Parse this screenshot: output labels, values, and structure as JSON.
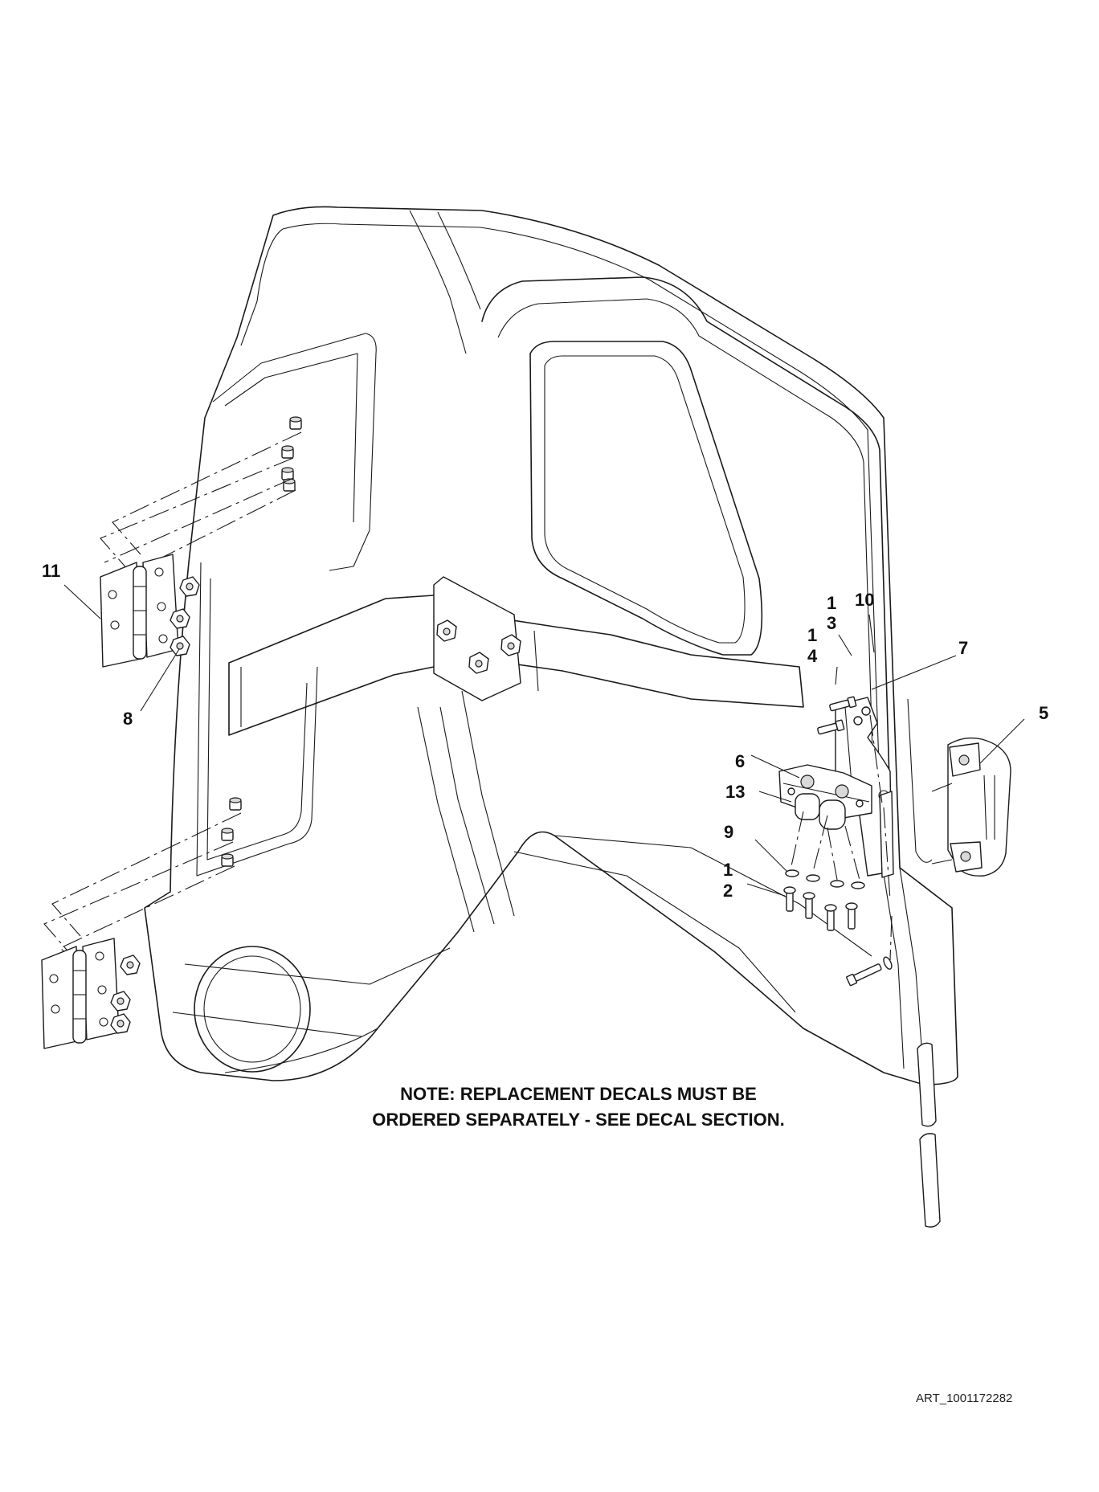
{
  "callouts": [
    {
      "id": "11",
      "label": "11"
    },
    {
      "id": "8",
      "label": "8"
    },
    {
      "id": "1a",
      "label": "1"
    },
    {
      "id": "3",
      "label": "3"
    },
    {
      "id": "10",
      "label": "10"
    },
    {
      "id": "1b",
      "label": "1"
    },
    {
      "id": "4",
      "label": "4"
    },
    {
      "id": "7",
      "label": "7"
    },
    {
      "id": "5",
      "label": "5"
    },
    {
      "id": "6",
      "label": "6"
    },
    {
      "id": "13",
      "label": "13"
    },
    {
      "id": "9",
      "label": "9"
    },
    {
      "id": "1c",
      "label": "1"
    },
    {
      "id": "2",
      "label": "2"
    }
  ],
  "note": {
    "line1": "NOTE: REPLACEMENT DECALS MUST BE",
    "line2": "ORDERED SEPARATELY - SEE DECAL SECTION."
  },
  "art_id": "ART_1001172282"
}
